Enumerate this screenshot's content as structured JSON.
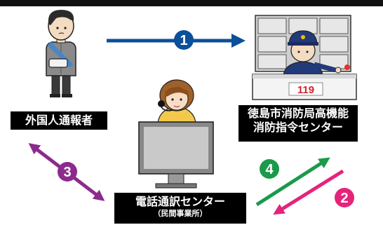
{
  "nodes": {
    "foreigner": {
      "label": "外国人通報者"
    },
    "fire_center": {
      "label_line1": "徳島市消防局高機能",
      "label_line2": "消防指令センター"
    },
    "interpreter": {
      "label": "電話通訳センター",
      "sublabel": "（民間事業所）"
    }
  },
  "sign_119": "119",
  "steps": [
    {
      "number": "1",
      "color": "#0c4f9a"
    },
    {
      "number": "2",
      "color": "#e4247b"
    },
    {
      "number": "3",
      "color": "#8c2a8e"
    },
    {
      "number": "4",
      "color": "#1a9a4a"
    }
  ]
}
